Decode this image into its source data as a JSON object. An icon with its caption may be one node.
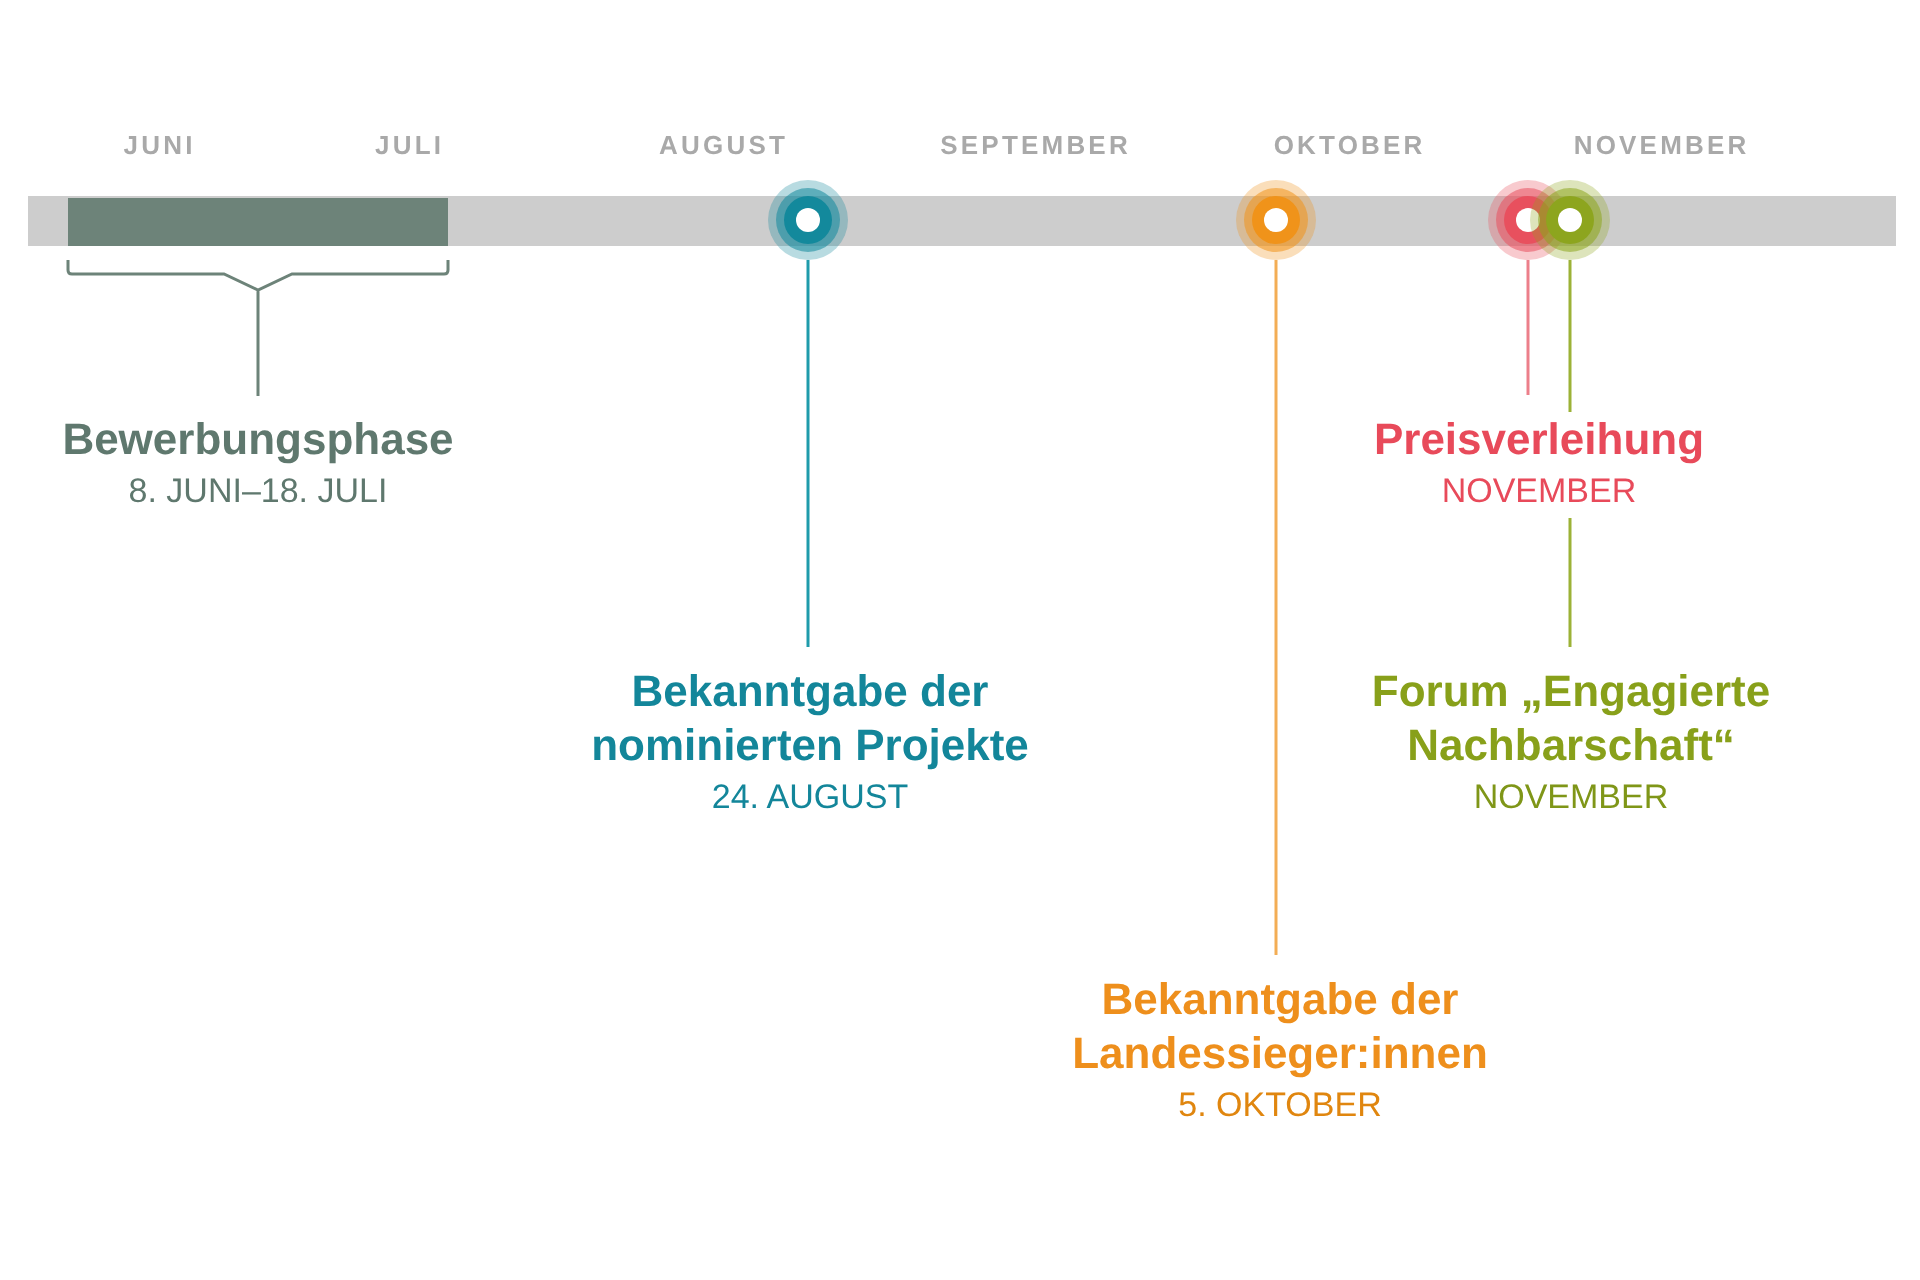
{
  "diagram": {
    "nodes": [
      {
        "text": [
          "Bewerbungsphase",
          "8. JUNI–18. JULI"
        ]
      },
      {
        "text": [],
        "shape": "circle"
      },
      {
        "text": [
          "Bekanntgabe der nominierten Projekte",
          "24. AUGUST"
        ]
      },
      {
        "text": [],
        "shape": "circle"
      },
      {
        "text": [
          "Bekanntgabe der Landessieger:innen",
          "5. OKTOBER"
        ]
      },
      {
        "text": [],
        "shape": "circle"
      },
      {
        "text": [],
        "shape": "circle"
      },
      {
        "text": [
          "Preisverleihung",
          "NOVEMBER"
        ]
      },
      {
        "text": [
          "Forum „Engagierte Nachbarschaft“",
          "NOVEMBER"
        ]
      }
    ],
    "edges": [
      {
        "from": 2,
        "to": 1,
        "arrow": "none",
        "color": "#1f9bab"
      },
      {
        "from": 4,
        "to": 3,
        "arrow": "none",
        "color": "#f3ad55"
      },
      {
        "from": 7,
        "to": 5,
        "arrow": "none",
        "color": "#ec7f8a"
      },
      {
        "from": 8,
        "to": 6,
        "arrow": "none",
        "color": "#9cb236"
      }
    ],
    "labels": [
      "JUNI",
      "JULI",
      "AUGUST",
      "SEPTEMBER",
      "OKTOBER",
      "NOVEMBER"
    ]
  }
}
